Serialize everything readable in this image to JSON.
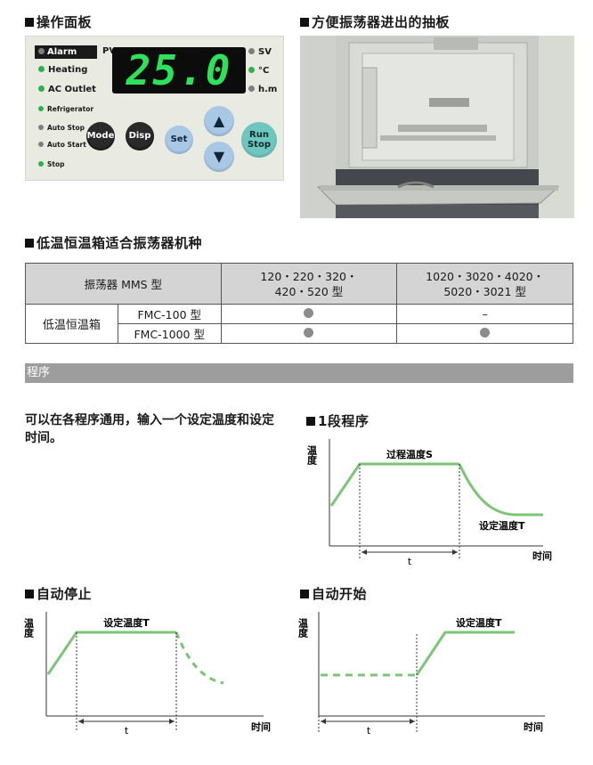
{
  "sections": {
    "panel_title": "操作面板",
    "drawer_title": "方便振荡器进出的抽板",
    "compat_title": "低温恒温箱适合振荡器机种",
    "program_bar": "程序",
    "description": "可以在各程序通用，输入一个设定温度和设定时间。"
  },
  "panel": {
    "alarm": "Alarm",
    "pv": "PV",
    "heating": "Heating",
    "ac_outlet": "AC Outlet",
    "refrigerator": "Refrigerator",
    "auto_stop": "Auto Stop",
    "auto_start": "Auto Start",
    "stop": "Stop",
    "display_value": "25.0",
    "sv": "SV",
    "celsius": "°C",
    "hm": "h.m",
    "mode_btn": "Mode",
    "disp_btn": "Disp",
    "set_btn": "Set",
    "run_btn_line1": "Run",
    "run_btn_line2": "Stop",
    "up_symbol": "▲",
    "down_symbol": "▼",
    "led_green": "#2bb24c",
    "display_color": "#2ee05a"
  },
  "table": {
    "header_left": "振荡器 MMS 型",
    "header_mid_1": "120・220・320・",
    "header_mid_2": "420・520 型",
    "header_right_1": "1020・3020・4020・",
    "header_right_2": "5020・3021 型",
    "row_group": "低温恒温箱",
    "rows": [
      {
        "model": "FMC-100 型",
        "mid": "dot",
        "right": "–"
      },
      {
        "model": "FMC-1000 型",
        "mid": "dot",
        "right": "dot"
      }
    ]
  },
  "diagrams": {
    "one_stage": {
      "title": "1段程序",
      "ylabel": "温度",
      "xlabel": "时间",
      "label_s": "过程温度S",
      "label_t": "设定温度T",
      "t": "t"
    },
    "auto_stop": {
      "title": "自动停止",
      "ylabel": "温度",
      "xlabel": "时间",
      "label_t": "设定温度T",
      "t": "t"
    },
    "auto_start": {
      "title": "自动开始",
      "ylabel": "温度",
      "xlabel": "时间",
      "label_t": "设定温度T",
      "t": "t"
    },
    "line_color": "#7cc576"
  }
}
